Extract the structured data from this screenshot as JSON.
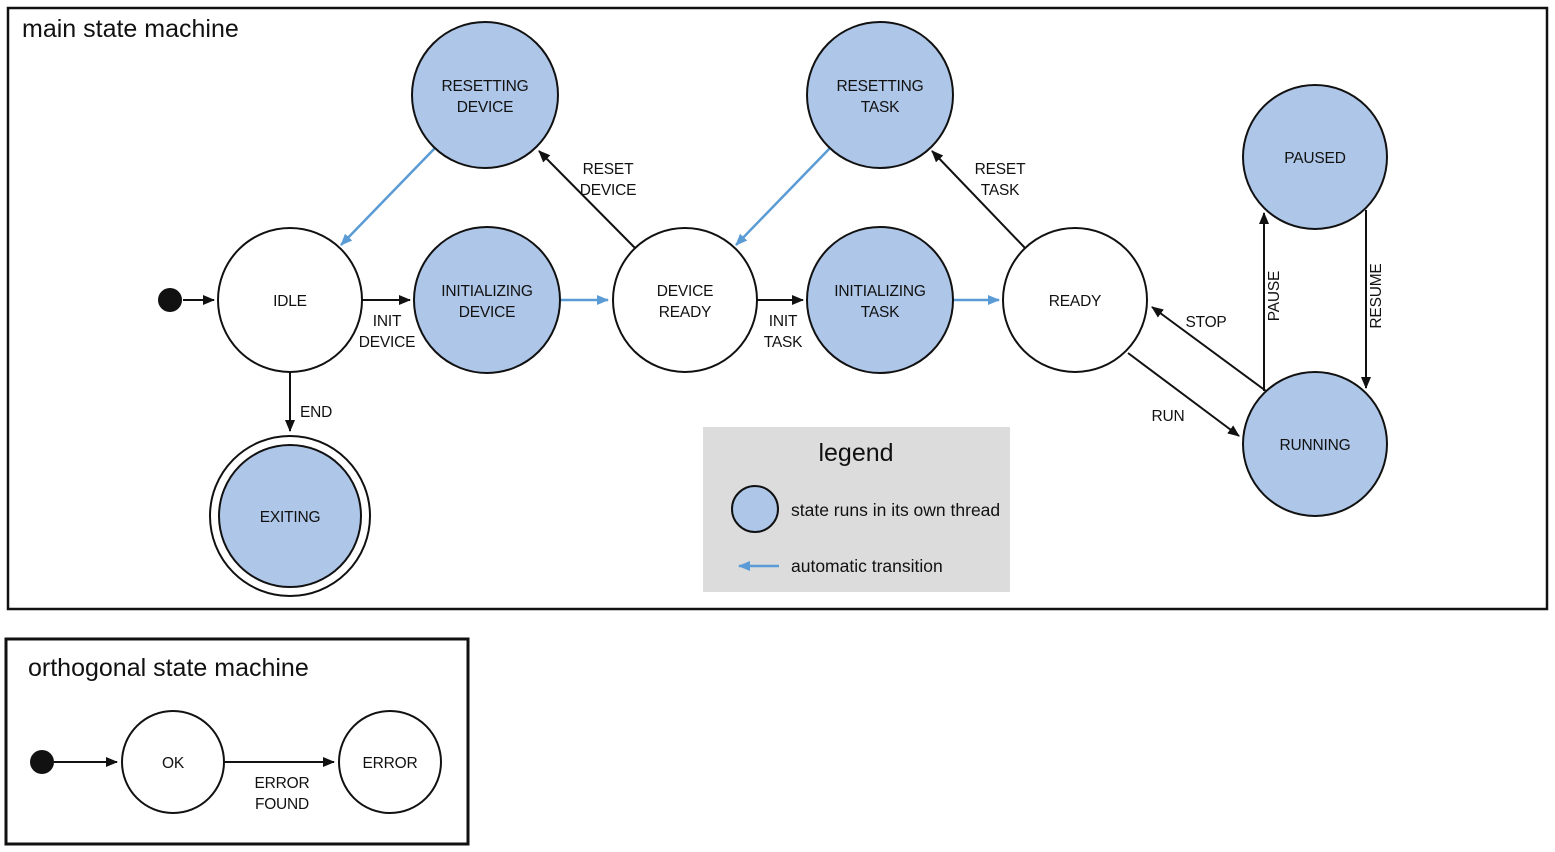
{
  "colors": {
    "thread_fill": "#aec6e8",
    "auto_transition_arrow": "#5b9bd5",
    "legend_bg": "#dcdcdc",
    "line": "#111111"
  },
  "main_machine": {
    "title": "main state machine",
    "has_initial_marker": true,
    "states": {
      "idle": {
        "label": "IDLE",
        "lines": [
          "IDLE"
        ],
        "threaded": false,
        "kind": "normal"
      },
      "resetting_device": {
        "label": "RESETTING DEVICE",
        "lines": [
          "RESETTING",
          "DEVICE"
        ],
        "threaded": true,
        "kind": "normal"
      },
      "initializing_device": {
        "label": "INITIALIZING DEVICE",
        "lines": [
          "INITIALIZING",
          "DEVICE"
        ],
        "threaded": true,
        "kind": "normal"
      },
      "device_ready": {
        "label": "DEVICE READY",
        "lines": [
          "DEVICE",
          "READY"
        ],
        "threaded": false,
        "kind": "normal"
      },
      "resetting_task": {
        "label": "RESETTING TASK",
        "lines": [
          "RESETTING",
          "TASK"
        ],
        "threaded": true,
        "kind": "normal"
      },
      "initializing_task": {
        "label": "INITIALIZING TASK",
        "lines": [
          "INITIALIZING",
          "TASK"
        ],
        "threaded": true,
        "kind": "normal"
      },
      "ready": {
        "label": "READY",
        "lines": [
          "READY"
        ],
        "threaded": false,
        "kind": "normal"
      },
      "paused": {
        "label": "PAUSED",
        "lines": [
          "PAUSED"
        ],
        "threaded": true,
        "kind": "normal"
      },
      "running": {
        "label": "RUNNING",
        "lines": [
          "RUNNING"
        ],
        "threaded": true,
        "kind": "normal"
      },
      "exiting": {
        "label": "EXITING",
        "lines": [
          "EXITING"
        ],
        "threaded": true,
        "kind": "final"
      }
    },
    "transitions": {
      "start_to_idle": {
        "from": "START",
        "to": "IDLE",
        "label": "",
        "lines": [],
        "type": "normal"
      },
      "init_device": {
        "from": "IDLE",
        "to": "INITIALIZING DEVICE",
        "label": "INIT DEVICE",
        "lines": [
          "INIT",
          "DEVICE"
        ],
        "type": "normal"
      },
      "auto_dev_ready": {
        "from": "INITIALIZING DEVICE",
        "to": "DEVICE READY",
        "label": "",
        "lines": [],
        "type": "automatic"
      },
      "reset_device": {
        "from": "DEVICE READY",
        "to": "RESETTING DEVICE",
        "label": "RESET DEVICE",
        "lines": [
          "RESET",
          "DEVICE"
        ],
        "type": "normal"
      },
      "auto_back_idle": {
        "from": "RESETTING DEVICE",
        "to": "IDLE",
        "label": "",
        "lines": [],
        "type": "automatic"
      },
      "init_task": {
        "from": "DEVICE READY",
        "to": "INITIALIZING TASK",
        "label": "INIT TASK",
        "lines": [
          "INIT",
          "TASK"
        ],
        "type": "normal"
      },
      "auto_ready": {
        "from": "INITIALIZING TASK",
        "to": "READY",
        "label": "",
        "lines": [],
        "type": "automatic"
      },
      "reset_task": {
        "from": "READY",
        "to": "RESETTING TASK",
        "label": "RESET TASK",
        "lines": [
          "RESET",
          "TASK"
        ],
        "type": "normal"
      },
      "auto_back_devrdy": {
        "from": "RESETTING TASK",
        "to": "DEVICE READY",
        "label": "",
        "lines": [],
        "type": "automatic"
      },
      "end": {
        "from": "IDLE",
        "to": "EXITING",
        "label": "END",
        "lines": [
          "END"
        ],
        "type": "normal"
      },
      "run": {
        "from": "READY",
        "to": "RUNNING",
        "label": "RUN",
        "lines": [
          "RUN"
        ],
        "type": "normal"
      },
      "stop": {
        "from": "RUNNING",
        "to": "READY",
        "label": "STOP",
        "lines": [
          "STOP"
        ],
        "type": "normal"
      },
      "pause": {
        "from": "RUNNING",
        "to": "PAUSED",
        "label": "PAUSE",
        "lines": [
          "PAUSE"
        ],
        "type": "normal"
      },
      "resume": {
        "from": "PAUSED",
        "to": "RUNNING",
        "label": "RESUME",
        "lines": [
          "RESUME"
        ],
        "type": "normal"
      }
    }
  },
  "legend": {
    "title": "legend",
    "thread_swatch_label": "state runs in its own thread",
    "auto_arrow_label": "automatic transition"
  },
  "orthogonal_machine": {
    "title": "orthogonal state machine",
    "has_initial_marker": true,
    "states": {
      "ok": {
        "label": "OK",
        "lines": [
          "OK"
        ],
        "threaded": false,
        "kind": "normal"
      },
      "error": {
        "label": "ERROR",
        "lines": [
          "ERROR"
        ],
        "threaded": false,
        "kind": "normal"
      }
    },
    "transitions": {
      "start_to_ok": {
        "from": "START",
        "to": "OK",
        "label": "",
        "lines": [],
        "type": "normal"
      },
      "error_found": {
        "from": "OK",
        "to": "ERROR",
        "label": "ERROR FOUND",
        "lines": [
          "ERROR",
          "FOUND"
        ],
        "type": "normal"
      }
    }
  }
}
